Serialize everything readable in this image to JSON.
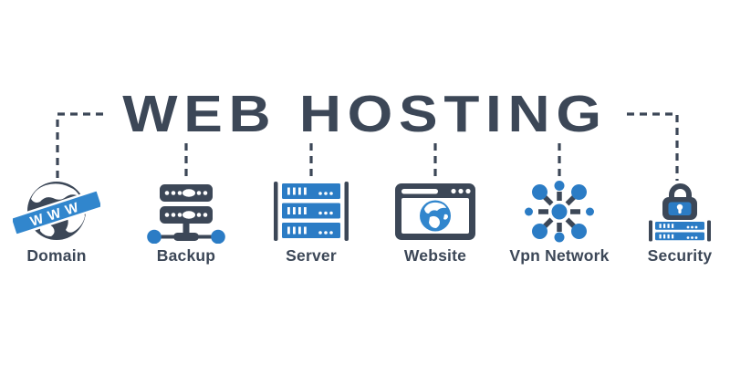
{
  "title": "WEB HOSTING",
  "colors": {
    "dark": "#3c4757",
    "blue": "#2b7cc5",
    "blue_light": "#3186cd"
  },
  "items": [
    {
      "id": "domain",
      "label": "Domain",
      "icon": "globe-www-icon",
      "banner_text": "WWW"
    },
    {
      "id": "backup",
      "label": "Backup",
      "icon": "backup-servers-icon"
    },
    {
      "id": "server",
      "label": "Server",
      "icon": "server-rack-icon"
    },
    {
      "id": "website",
      "label": "Website",
      "icon": "browser-globe-icon"
    },
    {
      "id": "vpn",
      "label": "Vpn Network",
      "icon": "network-hub-icon"
    },
    {
      "id": "security",
      "label": "Security",
      "icon": "lock-server-icon"
    }
  ]
}
